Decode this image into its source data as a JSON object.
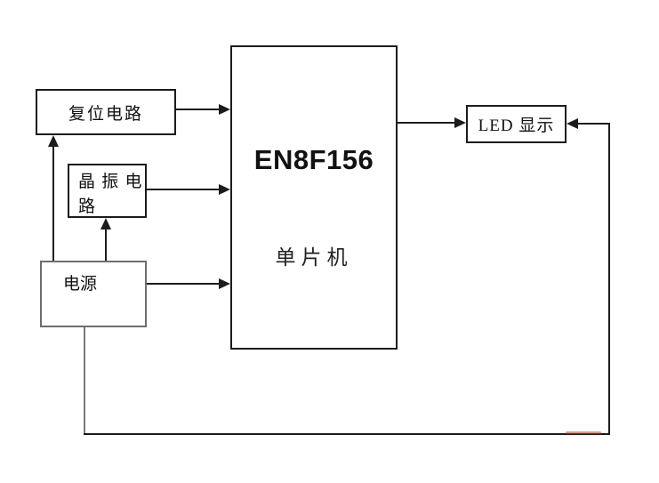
{
  "diagram": {
    "title": "MCU system block diagram",
    "colors": {
      "line": "#1c1c1c",
      "power_box_border": "#6e6e6e",
      "watermark_red": "#c13e2b",
      "background": "#ffffff"
    },
    "boxes": {
      "reset": {
        "label": "复位电路"
      },
      "crystal": {
        "label_line1": "晶 振 电",
        "label_line2": "路"
      },
      "power": {
        "label": "电源"
      },
      "mcu": {
        "model": "EN8F156",
        "name": "单片机"
      },
      "led": {
        "label": "LED 显示"
      }
    },
    "edges": [
      {
        "from": "复位电路",
        "to": "EN8F156 单片机",
        "style": "arrow-right"
      },
      {
        "from": "晶振电路",
        "to": "EN8F156 单片机",
        "style": "arrow-right"
      },
      {
        "from": "电源",
        "to": "EN8F156 单片机",
        "style": "arrow-right"
      },
      {
        "from": "电源",
        "to": "复位电路",
        "style": "arrow-up"
      },
      {
        "from": "电源",
        "to": "晶振电路",
        "style": "arrow-up"
      },
      {
        "from": "EN8F156 单片机",
        "to": "LED 显示",
        "style": "arrow-right"
      },
      {
        "from": "电源",
        "to": "LED 显示",
        "style": "arrow-left",
        "route": "down, right along bottom, up right side"
      }
    ]
  }
}
